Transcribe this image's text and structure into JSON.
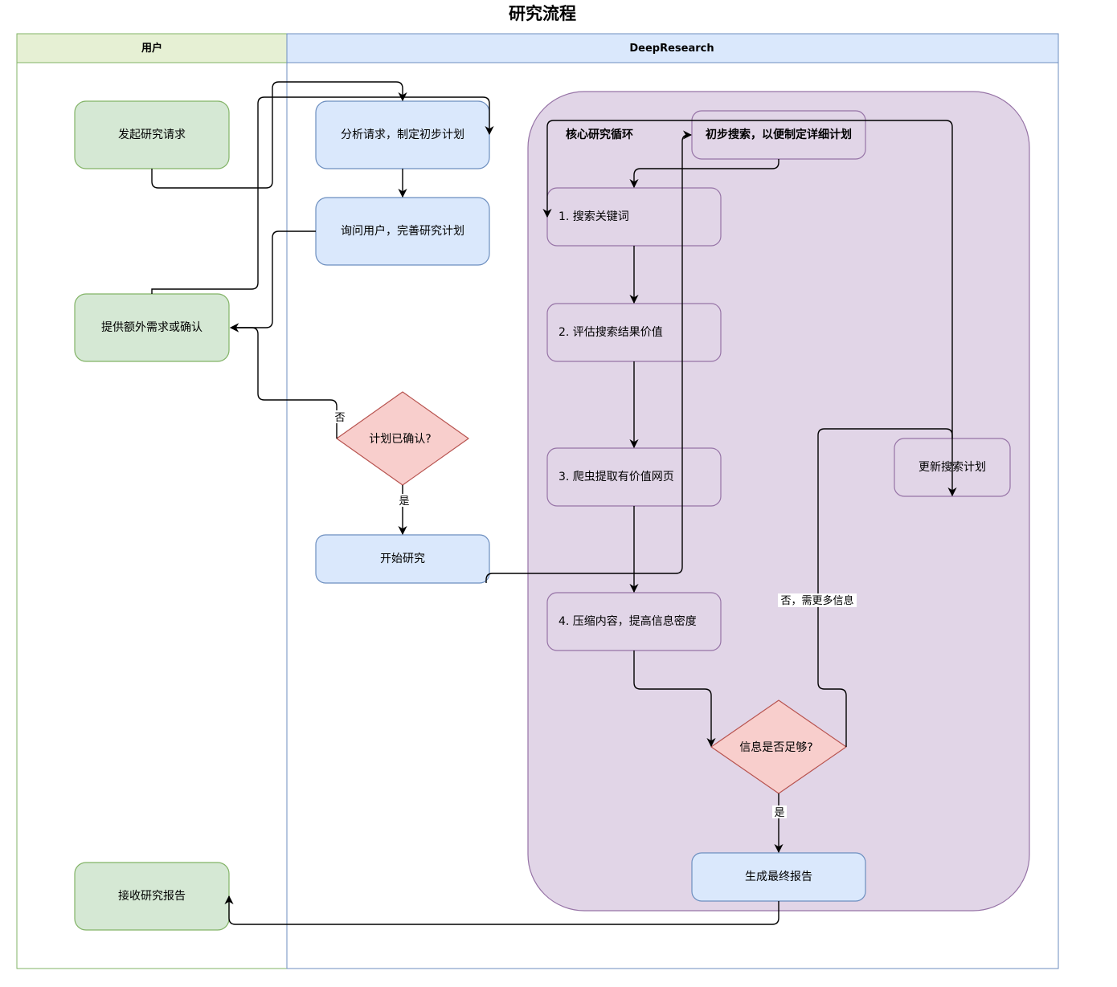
{
  "title": "研究流程",
  "lanes": {
    "user": "用户",
    "deepresearch": "DeepResearch"
  },
  "container": {
    "label": "核心研究循环"
  },
  "nodes": {
    "start_request": "发起研究请求",
    "provide_extra": "提供额外需求或确认",
    "receive_report": "接收研究报告",
    "analyze": "分析请求，制定初步计划",
    "ask_user": "询问用户，完善研究计划",
    "plan_confirmed": "计划已确认?",
    "start_research": "开始研究",
    "initial_search": "初步搜索，以便制定详细计划",
    "step1": "1. 搜索关键词",
    "step2": "2. 评估搜索结果价值",
    "step3": "3. 爬虫提取有价值网页",
    "step4": "4. 压缩内容，提高信息密度",
    "enough_info": "信息是否足够?",
    "update_plan": "更新搜索计划",
    "final_report": "生成最终报告"
  },
  "edge_labels": {
    "no": "否",
    "yes": "是",
    "no_more_info": "否，需更多信息",
    "yes_final": "是"
  },
  "colors": {
    "green_fill": "#d5e8d4",
    "green_stroke": "#82b366",
    "blue_fill": "#dae8fc",
    "blue_stroke": "#6c8ebf",
    "red_fill": "#f8cecc",
    "red_stroke": "#b85450",
    "purple_fill": "#e1d5e7",
    "purple_stroke": "#9673a6",
    "lane_user_header": "#e6f0d4",
    "lane_dr_header": "#dae8fc"
  }
}
